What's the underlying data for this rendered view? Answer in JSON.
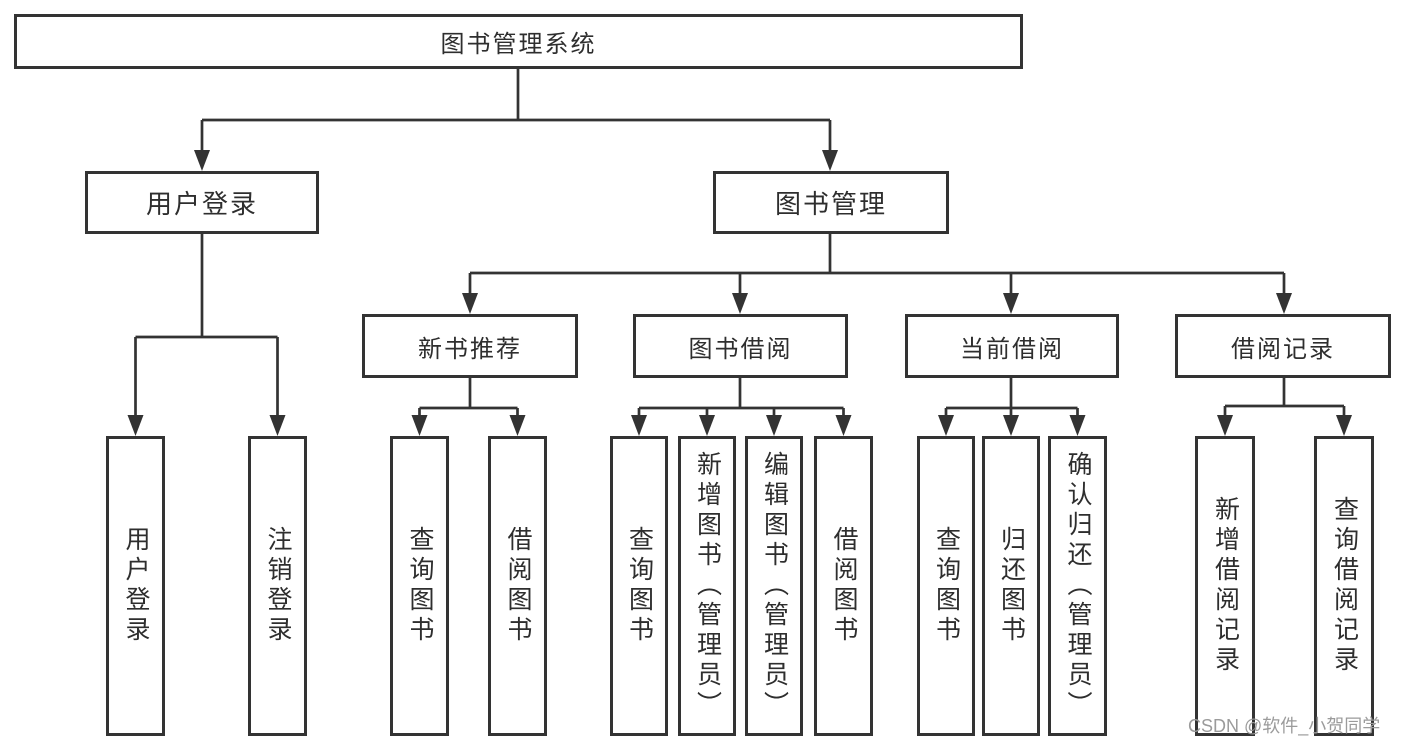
{
  "tree": {
    "root": {
      "label": "图书管理系统"
    },
    "children": [
      {
        "label": "用户登录",
        "children": [
          {
            "label": "用户登录"
          },
          {
            "label": "注销登录"
          }
        ]
      },
      {
        "label": "图书管理",
        "children": [
          {
            "label": "新书推荐",
            "children": [
              {
                "label": "查询图书"
              },
              {
                "label": "借阅图书"
              }
            ]
          },
          {
            "label": "图书借阅",
            "children": [
              {
                "label": "查询图书"
              },
              {
                "label": "新增图书（管理员）"
              },
              {
                "label": "编辑图书（管理员）"
              },
              {
                "label": "借阅图书"
              }
            ]
          },
          {
            "label": "当前借阅",
            "children": [
              {
                "label": "查询图书"
              },
              {
                "label": "归还图书"
              },
              {
                "label": "确认归还（管理员）"
              }
            ]
          },
          {
            "label": "借阅记录",
            "children": [
              {
                "label": "新增借阅记录"
              },
              {
                "label": "查询借阅记录"
              }
            ]
          }
        ]
      }
    ]
  },
  "watermark": {
    "text": "CSDN @软件_小贺同学"
  },
  "colors": {
    "line": "#333333",
    "text": "#2e2e2e",
    "background": "#ffffff",
    "watermark": "#9b9b9b"
  }
}
